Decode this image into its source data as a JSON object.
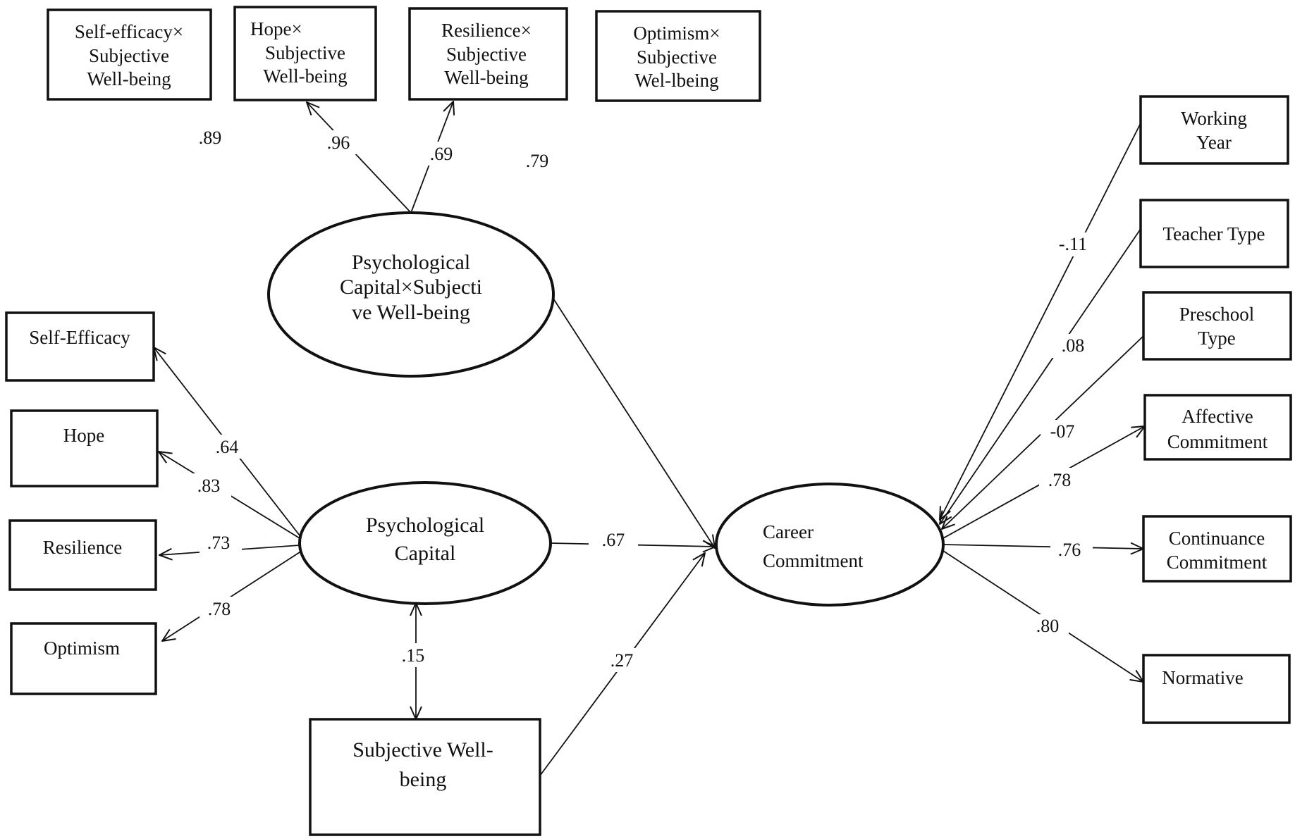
{
  "diagram": {
    "top_indicators": {
      "self_efficacy_x_swb": [
        "Self-efficacy×",
        "Subjective",
        "Well-being"
      ],
      "hope_x_swb": [
        "Hope×",
        "Subjective",
        "Well-being"
      ],
      "resilience_x_swb": [
        "Resilience×",
        "Subjective",
        "Well-being"
      ],
      "optimism_x_swb": [
        "Optimism×",
        "Subjective",
        "Wel-lbeing"
      ]
    },
    "top_loadings": {
      "self_efficacy": ".89",
      "hope": ".96",
      "resilience": ".69",
      "optimism": ".79"
    },
    "interaction_factor": [
      "Psychological",
      "Capital×Subjecti",
      "ve Well-being"
    ],
    "left_indicators": {
      "self_efficacy": "Self-Efficacy",
      "hope": "Hope",
      "resilience": "Resilience",
      "optimism": "Optimism"
    },
    "left_loadings": {
      "self_efficacy": ".64",
      "hope": ".83",
      "resilience": ".73",
      "optimism": ".78"
    },
    "psych_capital": [
      "Psychological",
      "Capital"
    ],
    "subjective_wellbeing": [
      "Subjective Well-",
      "being"
    ],
    "career_commitment": [
      "Career",
      "Commitment"
    ],
    "paths": {
      "pc_to_cc": ".67",
      "pc_swb_cov": ".15",
      "swb_to_cc": ".27"
    },
    "right_indicators": {
      "working_year": [
        "Working",
        "Year"
      ],
      "teacher_type": [
        "Teacher Type"
      ],
      "preschool_type": [
        "Preschool",
        "Type"
      ],
      "affective": [
        "Affective",
        "Commitment"
      ],
      "continuance": [
        "Continuance",
        "Commitment"
      ],
      "normative": [
        "Normative"
      ]
    },
    "right_coefs": {
      "working_year": "-.11",
      "teacher_type": ".08",
      "preschool_type": "-07",
      "affective": ".78",
      "continuance": ".76",
      "normative": ".80"
    }
  }
}
